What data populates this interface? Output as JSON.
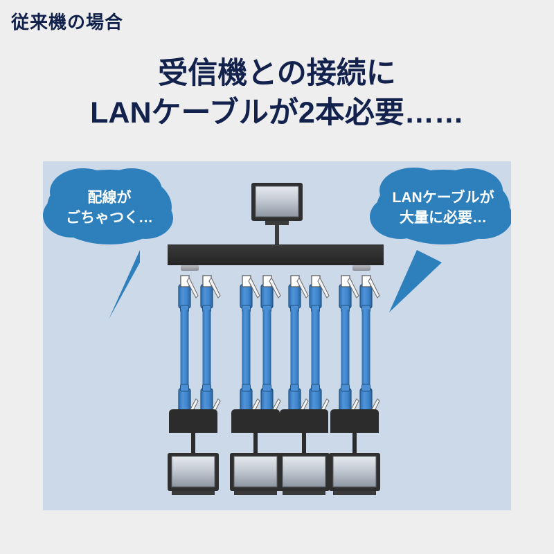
{
  "section": {
    "label": "従来機の場合"
  },
  "headline": {
    "line1": "受信機との接続に",
    "line2": "LANケーブルが2本必要……"
  },
  "diagram": {
    "name": "conventional-transmitter-receiver-wiring-diagram",
    "bubbles": [
      {
        "id": "left",
        "line1": "配線が",
        "line2": "ごちゃつく…"
      },
      {
        "id": "right",
        "line1": "LANケーブルが",
        "line2": "大量に必要…"
      }
    ],
    "devices": {
      "source_monitor_count": 1,
      "transmitter_count": 1,
      "cable_pair_count": 4,
      "cables_per_receiver": 2,
      "total_cables": 8,
      "receiver_count": 4,
      "display_count": 4
    }
  },
  "colors": {
    "page_background": "#eeeeee",
    "panel_background": "#ccd9e9",
    "heading_navy": "#13214d",
    "bubble_blue": "#2e80bd",
    "bubble_text": "#ffffff",
    "cable_blue": "#3f86cd",
    "cable_blue_dark": "#2f6fb0",
    "device_dark": "#2f2f2f",
    "screen_light": "#e2e6ea",
    "screen_dark": "#8e96a3"
  }
}
